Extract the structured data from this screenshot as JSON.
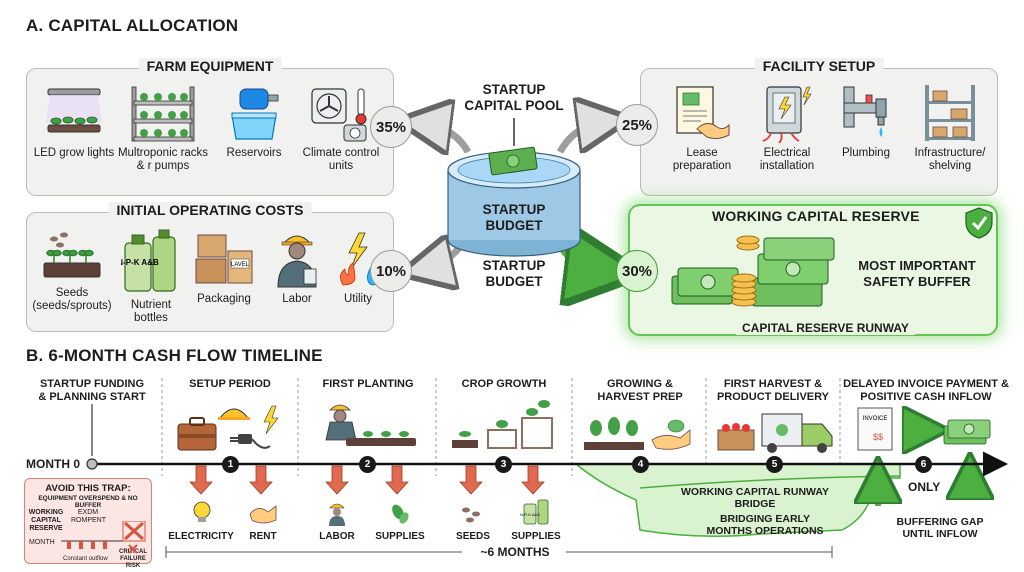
{
  "section_a": {
    "title": "A. CAPITAL ALLOCATION",
    "farm_equipment": {
      "title": "FARM EQUIPMENT",
      "percent": "35%",
      "items": [
        {
          "label": "LED grow lights",
          "icon": "led-grow-light-icon"
        },
        {
          "label": "Multroponic racks & r pumps",
          "icon": "grow-rack-icon"
        },
        {
          "label": "Reservoirs",
          "icon": "reservoir-pump-icon"
        },
        {
          "label": "Climate control units",
          "icon": "climate-control-icon"
        }
      ]
    },
    "facility_setup": {
      "title": "FACILITY SETUP",
      "percent": "25%",
      "items": [
        {
          "label": "Lease preparation",
          "icon": "lease-handshake-icon"
        },
        {
          "label": "Electrical installation",
          "icon": "electrical-panel-icon"
        },
        {
          "label": "Plumbing",
          "icon": "plumbing-icon"
        },
        {
          "label": "Infrastructure/ shelving",
          "icon": "shelving-icon"
        }
      ]
    },
    "operating_costs": {
      "title": "INITIAL OPERATING COSTS",
      "percent": "10%",
      "items": [
        {
          "label": "Seeds (seeds/sprouts)",
          "icon": "seed-tray-icon"
        },
        {
          "label": "Nutrient bottles",
          "icon": "nutrient-bottle-icon",
          "bottle_text": "N-P-K A&B"
        },
        {
          "label": "Packaging",
          "icon": "packaging-box-icon",
          "box_text": "LAVEL"
        },
        {
          "label": "Labor",
          "icon": "worker-icon"
        },
        {
          "label": "Utility",
          "icon": "utility-icon"
        }
      ]
    },
    "center": {
      "pool_title": "STARTUP CAPITAL POOL",
      "budget_label": "STARTUP BUDGET",
      "budget_label_2": "STARTUP BUDGET"
    },
    "reserve": {
      "title": "WORKING CAPITAL RESERVE",
      "percent": "30%",
      "note": "MOST IMPORTANT SAFETY BUFFER",
      "runway": "CAPITAL RESERVE RUNWAY"
    }
  },
  "section_b": {
    "title": "B. 6-MONTH CASH FLOW TIMELINE",
    "month0": "MONTH 0",
    "stages": [
      {
        "label": "STARTUP FUNDING & PLANNING START"
      },
      {
        "label": "SETUP PERIOD",
        "node": "1"
      },
      {
        "label": "FIRST PLANTING",
        "node": "2"
      },
      {
        "label": "CROP GROWTH",
        "node": "3"
      },
      {
        "label": "GROWING & HARVEST PREP",
        "node": "4"
      },
      {
        "label": "FIRST HARVEST & PRODUCT DELIVERY",
        "node": "5"
      },
      {
        "label": "DELAYED INVOICE PAYMENT & POSITIVE CASH INFLOW",
        "node": "6"
      }
    ],
    "costs": [
      "ELECTRICITY",
      "RENT",
      "LABOR",
      "SUPPLIES",
      "SEEDS",
      "SUPPLIES"
    ],
    "invoice_text": "INVOICE",
    "supply_text": "N-P-K A&B",
    "bridge_line1": "WORKING CAPITAL RUNWAY BRIDGE",
    "bridge_line2": "BRIDGING EARLY MONTHS OPERATIONS",
    "only": "ONLY",
    "gap": "BUFFERING GAP UNTIL INFLOW",
    "duration": "~6 MONTHS",
    "trap": {
      "title": "AVOID THIS TRAP:",
      "subtitle": "EQUIPMENT OVERSPEND & NO BUFFER",
      "reserve_label": "WORKING CAPITAL RESERVE",
      "middle": "EXDM ROMPENT",
      "month": "MONTH",
      "outflow": "Constant outflow",
      "risk": "CRITICAL FAILURE RISK"
    }
  },
  "colors": {
    "accent_green": "#4caf3f",
    "dark_green": "#2e7d32",
    "cost_red": "#d9533f",
    "panel_gray": "#f1f1ef"
  }
}
